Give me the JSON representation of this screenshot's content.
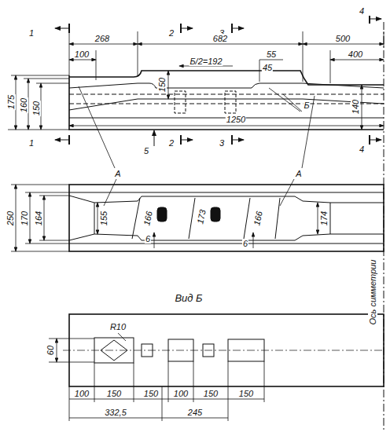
{
  "diagram": {
    "labels": [
      "1",
      "1",
      "2",
      "2",
      "3",
      "3",
      "4",
      "4",
      "268",
      "682",
      "500",
      "100",
      "400",
      "55",
      "45",
      "150",
      "Б/2=192",
      "175",
      "160",
      "150",
      "140",
      "1250",
      "Б",
      "5",
      "А",
      "А",
      "250",
      "170",
      "164",
      "155",
      "166",
      "173",
      "166",
      "174",
      "6",
      "6",
      "Ось симметрии",
      "Вид Б",
      "R10",
      "60",
      "100",
      "150",
      "150",
      "100",
      "150",
      "150",
      "332,5",
      "245"
    ]
  }
}
